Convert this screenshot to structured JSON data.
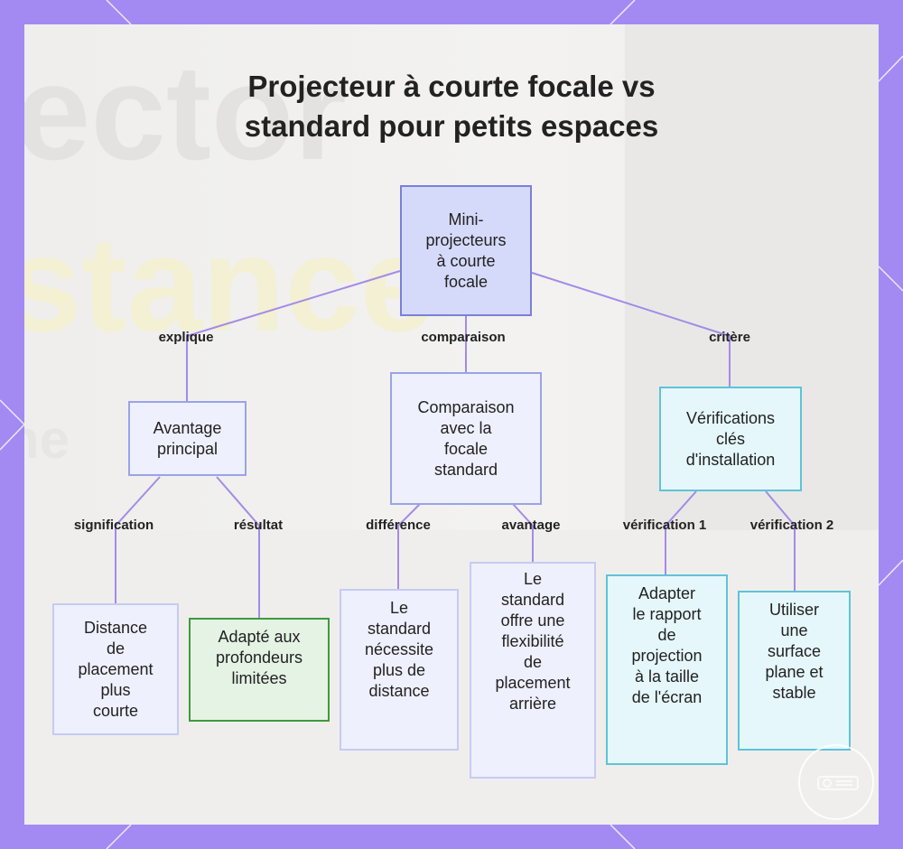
{
  "title_lines": [
    "Projecteur à courte focale vs",
    "standard pour petits espaces"
  ],
  "background_words": [
    "ector",
    "stance",
    "ne"
  ],
  "colors": {
    "frame": "#a38af2",
    "panel": "#f2f1f0",
    "edge": "#a48be6",
    "root_fill": "#d6dafa",
    "root_border": "#7a80d8",
    "green_border": "#3f9a3c",
    "cyan_border": "#5fc3d6"
  },
  "nodes": {
    "root": "Mini-projecteurs à courte focale",
    "avantage_principal": "Avantage principal",
    "comparaison": "Comparaison avec la focale standard",
    "verifications": "Vérifications clés d'installation",
    "distance": "Distance de placement plus courte",
    "adapte": "Adapté aux profondeurs limitées",
    "standard_necessite": "Le standard nécessite plus de distance",
    "standard_offre": "Le standard offre une flexibilité de placement arrière",
    "adapter_rapport": "Adapter le rapport de projection à la taille de l'écran",
    "utiliser_surface": "Utiliser une surface plane et stable"
  },
  "node_lines": {
    "root": [
      "Mini-",
      "projecteurs",
      "à courte",
      "focale"
    ],
    "avantage_principal": [
      "Avantage",
      "principal"
    ],
    "comparaison": [
      "Comparaison",
      "avec la",
      "focale",
      "standard"
    ],
    "verifications": [
      "Vérifications",
      "clés",
      "d'installation"
    ],
    "distance": [
      "Distance",
      "de",
      "placement",
      "plus",
      "courte"
    ],
    "adapte": [
      "Adapté aux",
      "profondeurs",
      "limitées"
    ],
    "standard_necessite": [
      "Le",
      "standard",
      "nécessite",
      "plus de",
      "distance"
    ],
    "standard_offre": [
      "Le",
      "standard",
      "offre une",
      "flexibilité",
      "de",
      "placement",
      "arrière"
    ],
    "adapter_rapport": [
      "Adapter",
      "le rapport",
      "de",
      "projection",
      "à la taille",
      "de l'écran"
    ],
    "utiliser_surface": [
      "Utiliser",
      "une",
      "surface",
      "plane et",
      "stable"
    ]
  },
  "edge_labels": {
    "explique": "explique",
    "comparaison": "comparaison",
    "critere": "critère",
    "signification": "signification",
    "resultat": "résultat",
    "difference": "différence",
    "avantage": "avantage",
    "verification1": "vérification 1",
    "verification2": "vérification 2"
  },
  "icons": {
    "logo": "projector-logo-icon"
  }
}
